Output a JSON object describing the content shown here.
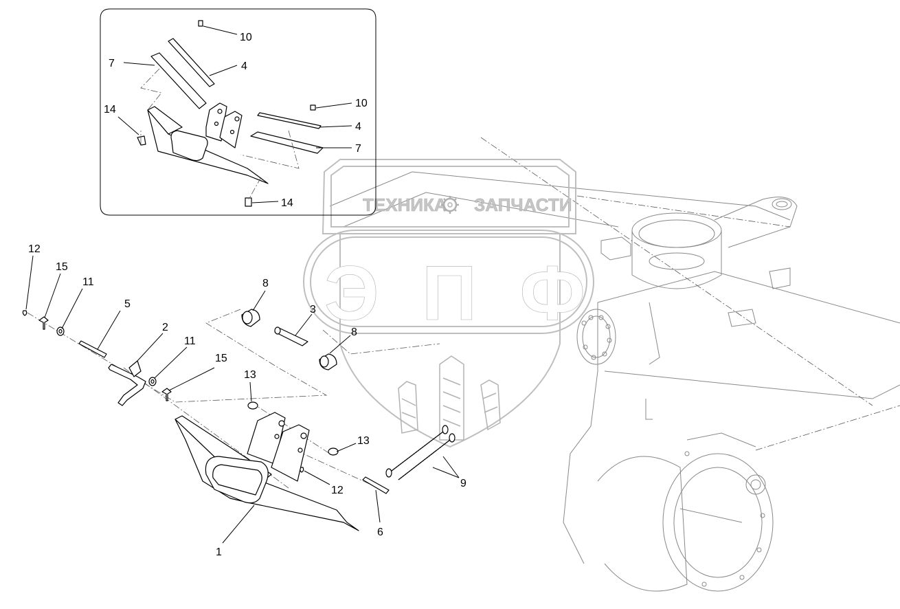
{
  "callouts": {
    "inset_10a": "10",
    "inset_7a": "7",
    "inset_4a": "4",
    "inset_14a": "14",
    "inset_10b": "10",
    "inset_4b": "4",
    "inset_7b": "7",
    "inset_14b": "14",
    "p12a": "12",
    "p15a": "15",
    "p11a": "11",
    "p5": "5",
    "p2": "2",
    "p11b": "11",
    "p15b": "15",
    "p8a": "8",
    "p3": "3",
    "p8b": "8",
    "p13a": "13",
    "p13b": "13",
    "p12b": "12",
    "p9": "9",
    "p6": "6",
    "p1": "1"
  },
  "watermark": {
    "left_word": "ТЕХНИКА",
    "right_word": "ЗАПЧАСТИ",
    "logo": "ЭПФ",
    "gear_icon": "gear-icon"
  }
}
